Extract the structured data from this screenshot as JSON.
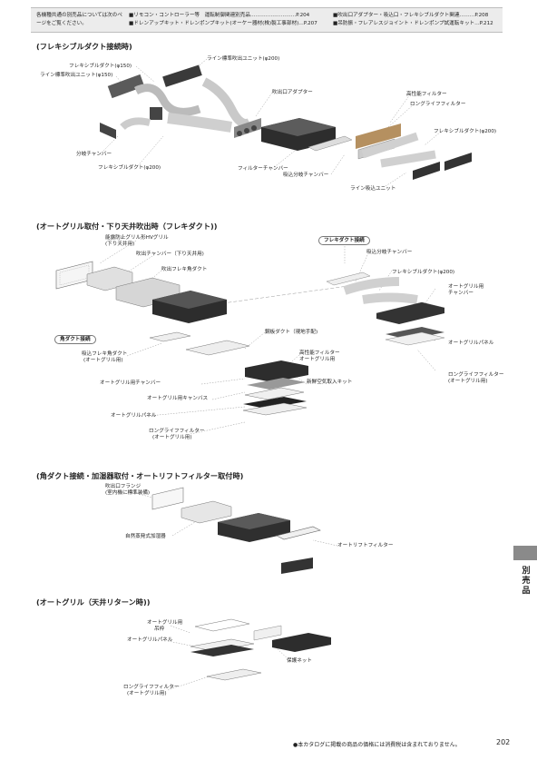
{
  "header": {
    "note": "各機種共通の別売品については次のページをご覧ください。",
    "refs": [
      "■リモコン・コントローラー等　運転制御関連別売品………………………P.204",
      "■ドレンアップキット・ドレンポンプキット(オーケー器材(株)製工事部材)…P.207",
      "■吹出口アダプター・吸込口・フレキシブルダクト関連………P.208",
      "■吊防振・フレアレスジョイント・ドレンポンプ試運転キット…P.212"
    ]
  },
  "sections": [
    {
      "title": "(フレキシブルダクト接続時)",
      "labels": [
        "ライン標準吹出ユニット(φ200)",
        "フレキシブルダクト(φ150)",
        "ライン標準吹出ユニット(φ150)",
        "吹出口アダプター",
        "高性能フィルター",
        "ロングライフフィルター",
        "フレキシブルダクト(φ200)",
        "分岐チャンバー",
        "フレキシブルダクト(φ200)",
        "フィルターチャンバー",
        "吸込分岐チャンバー",
        "ライン吸込ユニット"
      ]
    },
    {
      "title": "(オートグリル取付・下り天井吹出時（フレキダクト))",
      "tags": [
        "フレキダクト接続",
        "角ダクト接続"
      ],
      "labels": [
        "能露防止グリル形HVグリル",
        "(下り天井用)",
        "吹出チャンバー（下り天井用)",
        "吹出フレキ角ダクト",
        "吸込分岐チャンバー",
        "フレキシブルダクト(φ200)",
        "オートグリル用",
        "チャンバー",
        "オートグリルパネル",
        "ロングライフフィルター",
        "(オートグリル用)",
        "吸込フレキ角ダクト",
        "(オートグリル用)",
        "鋼板ダクト（現地手配)",
        "高性能フィルター",
        "オートグリル用",
        "新鮮空気取入キット",
        "オートグリル用チャンバー",
        "オートグリル用キャンバス",
        "オートグリルパネル",
        "ロングライフフィルター",
        "(オートグリル用)"
      ]
    },
    {
      "title": "(角ダクト接続・加湿器取付・オートリフトフィルター取付時)",
      "labels": [
        "吹出口フランジ",
        "(室内機に標準装備)",
        "自然蒸発式加湿器",
        "オートリフトフィルター"
      ]
    },
    {
      "title": "(オートグリル（天井リターン時))",
      "labels": [
        "オートグリル用",
        "吊枠",
        "オートグリルパネル",
        "保護ネット",
        "ロングライフフィルター",
        "(オートグリル用)"
      ]
    }
  ],
  "side": {
    "label": "別売品"
  },
  "footer": {
    "note": "●本カタログに掲載の商品の価格には消費税は含まれておりません。",
    "page": "202"
  }
}
